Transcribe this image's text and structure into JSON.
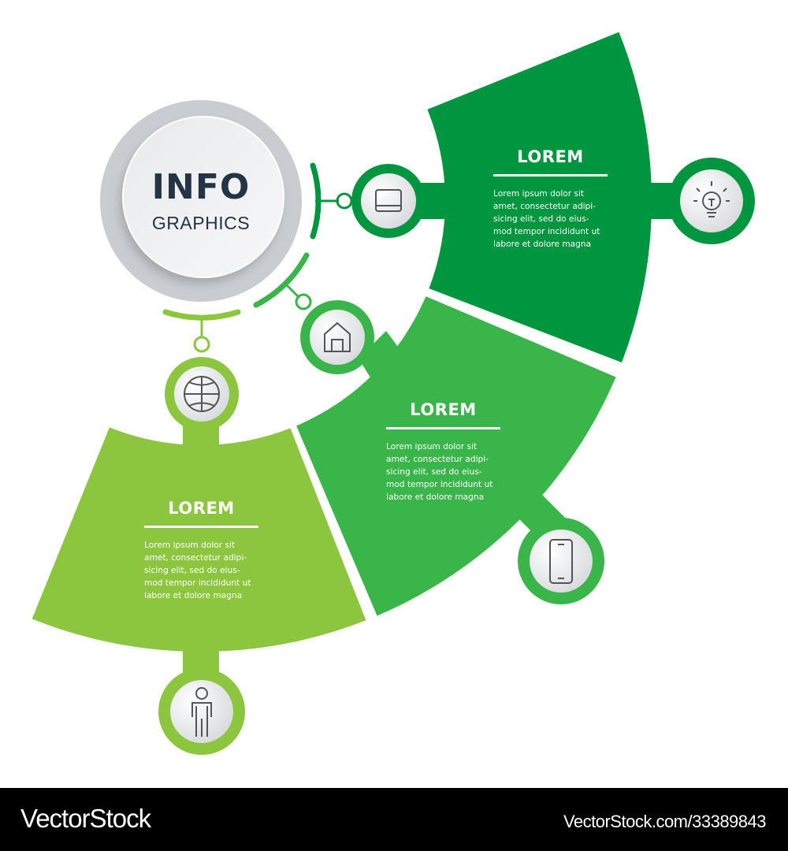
{
  "colors": {
    "dark_green": "#00963F",
    "mid_green": "#3AB54A",
    "light_green": "#8CC63F",
    "info_text": "#243447",
    "icon_stroke": "#555555"
  },
  "center": {
    "title": "INFO",
    "subtitle": "GRAPHICS"
  },
  "segments": [
    {
      "id": "segment-1",
      "color": "#00963F",
      "title": "LOREM",
      "body": "Lorem ipsum dolor sit\namet, consectetur adipi-\nsicing elit, sed do eius-\nmod tempor incididunt ut\nlabore et dolore magna",
      "inner_icon": "card-icon",
      "outer_icon": "lightbulb-icon"
    },
    {
      "id": "segment-2",
      "color": "#3AB54A",
      "title": "LOREM",
      "body": "Lorem ipsum dolor sit\namet, consectetur adipi-\nsicing elit, sed do eius-\nmod tempor incididunt ut\nlabore et dolore magna",
      "inner_icon": "house-icon",
      "outer_icon": "smartphone-icon"
    },
    {
      "id": "segment-3",
      "color": "#8CC63F",
      "title": "LOREM",
      "body": "Lorem ipsum dolor sit\namet, consectetur adipi-\nsicing elit, sed do eius-\nmod tempor incididunt ut\nlabore et dolore magna",
      "inner_icon": "basketball-icon",
      "outer_icon": "person-icon"
    }
  ],
  "footer": {
    "brand": "VectorStock",
    "url": "VectorStock.com/33389843"
  }
}
